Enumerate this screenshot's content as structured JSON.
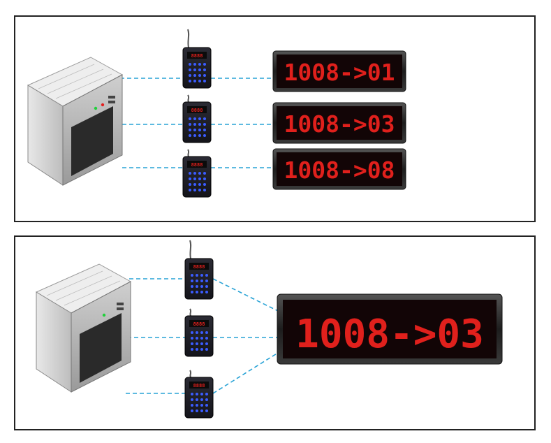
{
  "colors": {
    "led_red": "#e0201c",
    "connector_blue": "#29a3d6",
    "keypad_blue": "#3a5cff",
    "display_bg": "#120506",
    "frame": "#2a2a2a"
  },
  "top_panel": {
    "displays": [
      {
        "text": "1008->01"
      },
      {
        "text": "1008->03"
      },
      {
        "text": "1008->08"
      }
    ],
    "keypad_screen_text": "8888"
  },
  "bottom_panel": {
    "display": {
      "text": "1008->03"
    },
    "keypad_screen_text": "8888"
  }
}
